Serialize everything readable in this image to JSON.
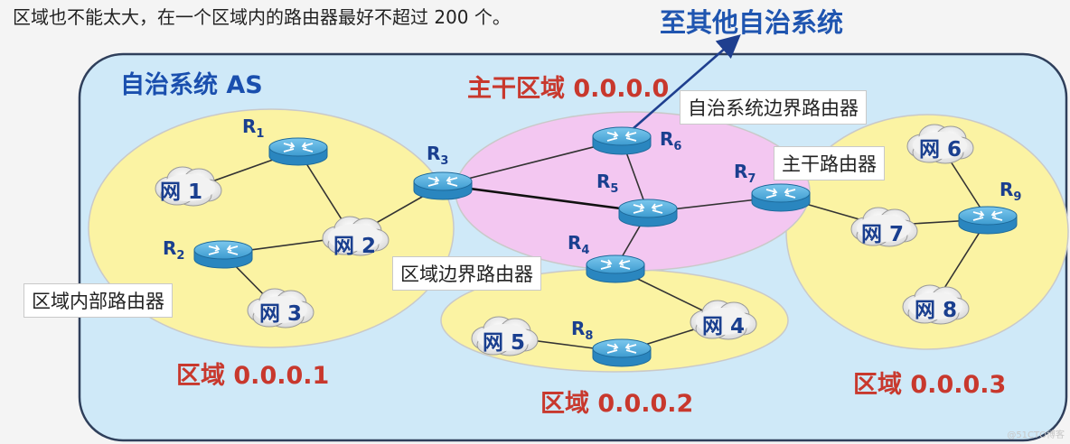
{
  "top_text": "区域也不能太大，在一个区域内的路由器最好不超过 200 个。",
  "external_label": "至其他自治系统",
  "as_label": "自治系统 AS",
  "areas": {
    "backbone": "主干区域 0.0.0.0",
    "area1": "区域 0.0.0.1",
    "area2": "区域 0.0.0.2",
    "area3": "区域 0.0.0.3"
  },
  "callouts": {
    "as_boundary": "自治系统边界路由器",
    "backbone_router": "主干路由器",
    "area_border": "区域边界路由器",
    "internal": "区域内部路由器"
  },
  "routers": [
    {
      "id": "R1",
      "base": "R",
      "sub": "1"
    },
    {
      "id": "R2",
      "base": "R",
      "sub": "2"
    },
    {
      "id": "R3",
      "base": "R",
      "sub": "3"
    },
    {
      "id": "R4",
      "base": "R",
      "sub": "4"
    },
    {
      "id": "R5",
      "base": "R",
      "sub": "5"
    },
    {
      "id": "R6",
      "base": "R",
      "sub": "6"
    },
    {
      "id": "R7",
      "base": "R",
      "sub": "7"
    },
    {
      "id": "R8",
      "base": "R",
      "sub": "8"
    },
    {
      "id": "R9",
      "base": "R",
      "sub": "9"
    }
  ],
  "networks": [
    "网 1",
    "网 2",
    "网 3",
    "网 4",
    "网 5",
    "网 6",
    "网 7",
    "网 8"
  ],
  "colors": {
    "as_fill": "#cfe9f8",
    "as_stroke": "#2f3f5b",
    "area_fill": "#fbf3a3",
    "area_stroke": "#c9c9c9",
    "backbone_fill": "#f3c7f1",
    "router_top": "#5fb6e0",
    "router_side": "#2a86bf",
    "title_blue": "#1f55b0",
    "area_red": "#c8382d"
  },
  "watermark": "@51CTO博客"
}
